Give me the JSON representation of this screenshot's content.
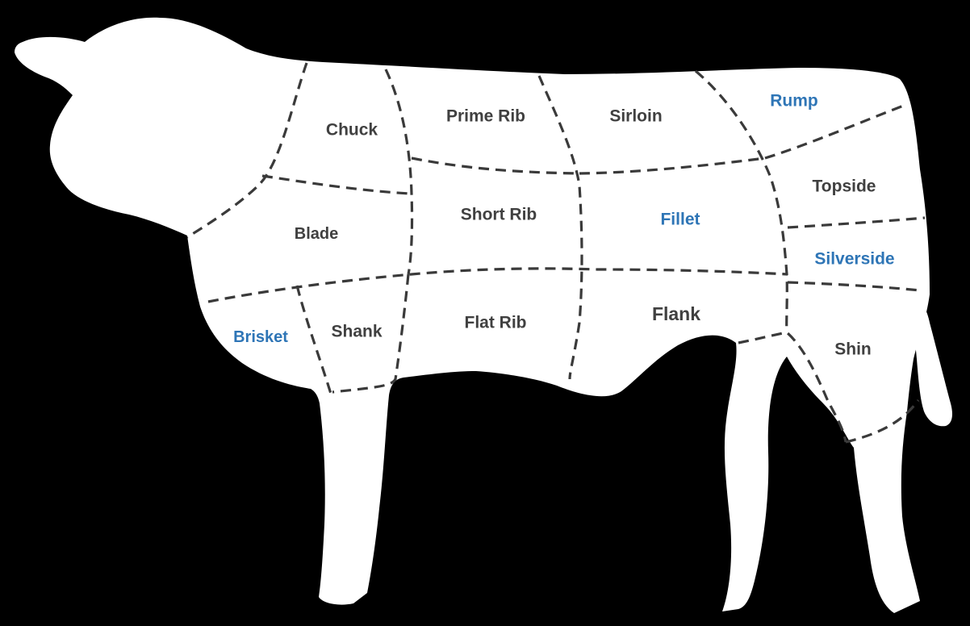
{
  "colors": {
    "background": "#000000",
    "cow": "#ffffff",
    "cut_line": "#3a3a3a",
    "label_dark": "#404040",
    "label_highlight": "#2e75b6"
  },
  "cuts": {
    "chuck": {
      "label": "Chuck",
      "highlight": false
    },
    "prime_rib": {
      "label": "Prime Rib",
      "highlight": false
    },
    "sirloin": {
      "label": "Sirloin",
      "highlight": false
    },
    "rump": {
      "label": "Rump",
      "highlight": true
    },
    "topside": {
      "label": "Topside",
      "highlight": false
    },
    "blade": {
      "label": "Blade",
      "highlight": false
    },
    "short_rib": {
      "label": "Short Rib",
      "highlight": false
    },
    "fillet": {
      "label": "Fillet",
      "highlight": true
    },
    "silverside": {
      "label": "Silverside",
      "highlight": true
    },
    "brisket": {
      "label": "Brisket",
      "highlight": true
    },
    "shank": {
      "label": "Shank",
      "highlight": false
    },
    "flat_rib": {
      "label": "Flat Rib",
      "highlight": false
    },
    "flank": {
      "label": "Flank",
      "highlight": false
    },
    "shin": {
      "label": "Shin",
      "highlight": false
    }
  }
}
